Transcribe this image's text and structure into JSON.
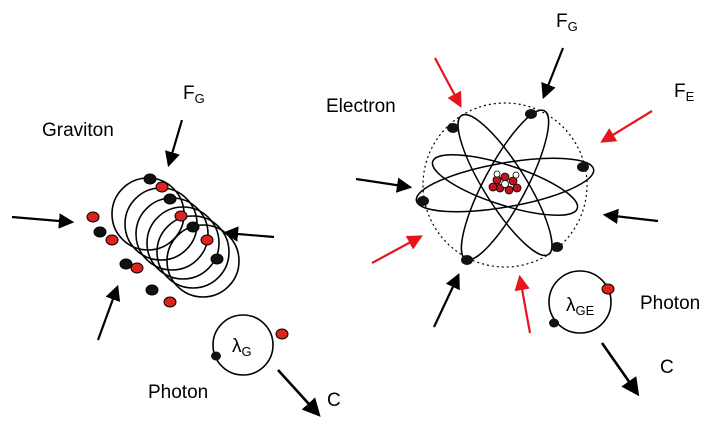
{
  "colors": {
    "line": "#000000",
    "red_arrow": "#e8141b",
    "red_particle": "#e0221f",
    "black_particle": "#111111",
    "nucleus": "#c0141a"
  },
  "left": {
    "graviton_label": "Graviton",
    "force_main": "F",
    "force_sub": "G",
    "wavelength_symbol": "λ",
    "wavelength_sub": "G",
    "photon_label": "Photon",
    "speed_label": "C"
  },
  "right": {
    "electron_label": "Electron",
    "gravity_force_main": "F",
    "gravity_force_sub": "G",
    "electric_force_main": "F",
    "electric_force_sub": "E",
    "wavelength_symbol": "λ",
    "wavelength_sub": "GE",
    "photon_label": "Photon",
    "speed_label": "C"
  }
}
